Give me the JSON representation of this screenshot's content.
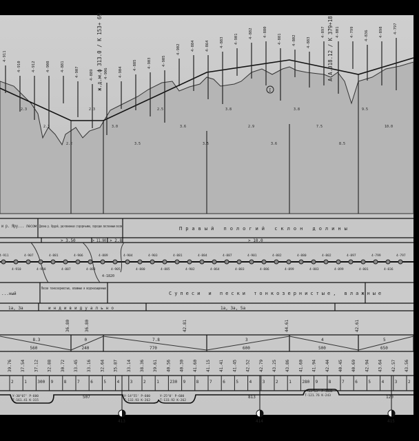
{
  "profile": {
    "top_note": "ж.д.м.ф 313.0 / К 153+ 69",
    "top_note_right": "А.А.018.12 / К 379+18",
    "zone_marker": "I",
    "boreholes": [
      "4-911",
      "4-910",
      "4-912",
      "4-908",
      "4-881",
      "4-907",
      "4-889",
      "4-906",
      "4-904",
      "4-885",
      "4-903",
      "4-905",
      "4-902",
      "4-884",
      "4-864",
      "4-883",
      "4-901",
      "4-882",
      "4-880",
      "4-881",
      "4-802",
      "4-883",
      "4-897",
      "4-801",
      "4-799",
      "4-836",
      "4-898",
      "4-797"
    ],
    "depth_labels": [
      "2.3",
      "2.3",
      "2.2",
      "2.3",
      "3.0",
      "3.5",
      "2.5",
      "3.6",
      "3.5",
      "3.8",
      "2.9",
      "3.6",
      "3.8",
      "7.5",
      "8.5",
      "9.5",
      "10.0"
    ]
  },
  "landscape": {
    "cells": [
      "и р. Яру... лесом",
      "Долина р. Ярудей, расчлененная староречьями, поросшая лиственным лесом",
      "Правый пологий склон долины"
    ],
    "depths": [
      "> 3.50",
      "> 11.90",
      "> 2.8",
      "> 10.0"
    ]
  },
  "plan": {
    "points": [
      "4-911",
      "4-910",
      "4-907",
      "4-908",
      "4-881",
      "4-887",
      "4-906",
      "4-883",
      "4-889",
      "4-905",
      "4-904",
      "4-880",
      "4-903",
      "4-885",
      "4-881",
      "4-902",
      "4-884",
      "4-864",
      "4-887",
      "4-883",
      "4-901",
      "4-886",
      "4-882",
      "4-899",
      "4-880",
      "4-883",
      "4-802",
      "4-899",
      "4-897",
      "4-801",
      "4-799",
      "4-836",
      "4-797"
    ],
    "note": "4-1820"
  },
  "soils": {
    "cells": [
      "...ный",
      "Пески тонкозернистые, влажные и водонасыщенные",
      "Супеси и пески тонкозернистые, влажные"
    ]
  },
  "groups": {
    "cells": [
      "1а, 3а",
      "индивидуально",
      "1а, 3а, 5а"
    ]
  },
  "design_marks": [
    "36.80",
    "36.80",
    "42.81",
    "44.61",
    "42.61"
  ],
  "slopes": [
    {
      "grade": "8.3",
      "length": "560"
    },
    {
      "grade": "0",
      "length": "240"
    },
    {
      "grade": "7.8",
      "length": "770"
    },
    {
      "grade": "3",
      "length": "600"
    },
    {
      "grade": "4",
      "length": "500"
    },
    {
      "grade": "5",
      "length": "650"
    }
  ],
  "ground_marks": [
    "39.76",
    "37.54",
    "37.12",
    "32.88",
    "30.72",
    "33.45",
    "33.16",
    "32.64",
    "35.87",
    "33.14",
    "38.36",
    "39.61",
    "40.56",
    "40.30",
    "41.60",
    "41.15",
    "41.41",
    "41.45",
    "42.52",
    "42.79",
    "43.25",
    "43.86",
    "41.60",
    "41.94",
    "42.44",
    "40.45",
    "40.69",
    "42.94",
    "43.64",
    "42.57",
    "43.56"
  ],
  "pickets": [
    "2",
    "1",
    "300",
    "9",
    "8",
    "7",
    "6",
    "5",
    "4",
    "3",
    "2",
    "1",
    "230",
    "9",
    "8",
    "7",
    "6",
    "5",
    "4",
    "3",
    "2",
    "1",
    "280",
    "9",
    "8",
    "7",
    "6",
    "5",
    "4",
    "3",
    "2"
  ],
  "plan_line": {
    "straights": [
      "507",
      "813",
      "120"
    ],
    "curves": [
      {
        "angle": "У-30°07'",
        "radius": "Р-600",
        "tangent": "Т-161.41",
        "length": "К-315"
      },
      {
        "angle": "У-14°55'",
        "radius": "Р-600",
        "tangent": "Т-132.93",
        "length": "К-262"
      },
      {
        "angle": "У-25°0'",
        "radius": "Р-600",
        "tangent": "Т-133.92",
        "length": "К-262"
      },
      {
        "angle": "У-13°53'",
        "radius": "Р-1000",
        "tangent": "Т-121.76",
        "length": "К-243"
      }
    ]
  },
  "km_posts": [
    "413",
    "414",
    "415"
  ]
}
